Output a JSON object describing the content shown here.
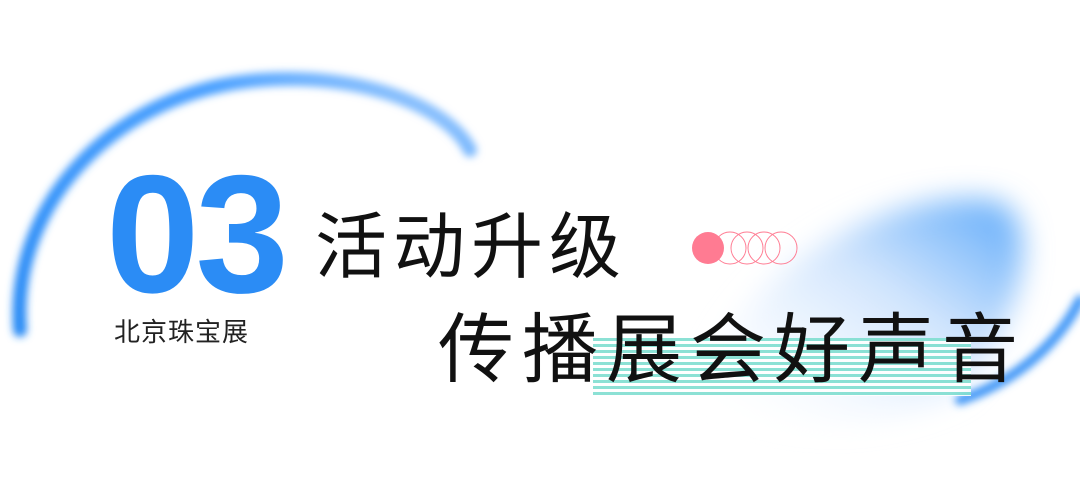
{
  "banner": {
    "number": "03",
    "subtitle": "北京珠宝展",
    "title_line1": "活动升级",
    "title_line2": "传播展会好声音"
  },
  "colors": {
    "accent_blue": "#2b8cf5",
    "pink": "#ff7b92",
    "teal": "#7fded0"
  }
}
